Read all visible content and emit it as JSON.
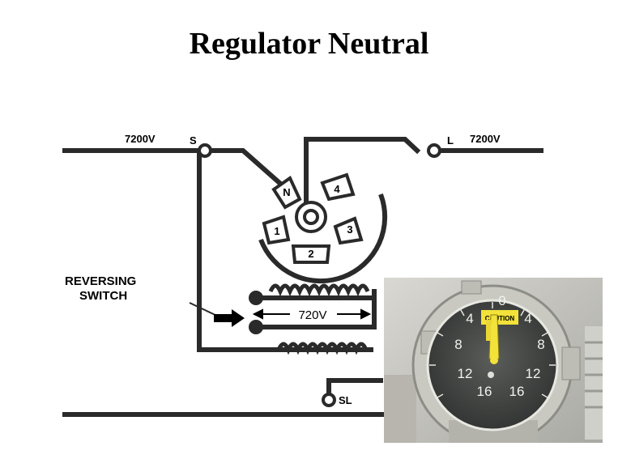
{
  "title": "Regulator Neutral",
  "labels": {
    "source_voltage": "7200V",
    "load_voltage": "7200V",
    "source_terminal": "S",
    "load_terminal": "L",
    "source_load_terminal": "SL",
    "reversing_switch": [
      "REVERSING",
      "SWITCH"
    ],
    "series_winding_voltage": "720V"
  },
  "tap_contacts": [
    "N",
    "1",
    "2",
    "3",
    "4"
  ],
  "position_indicator": {
    "dial_numbers": [
      "0",
      "4",
      "4",
      "8",
      "8",
      "12",
      "12",
      "16",
      "16"
    ],
    "warning_text": "CAUTION"
  }
}
